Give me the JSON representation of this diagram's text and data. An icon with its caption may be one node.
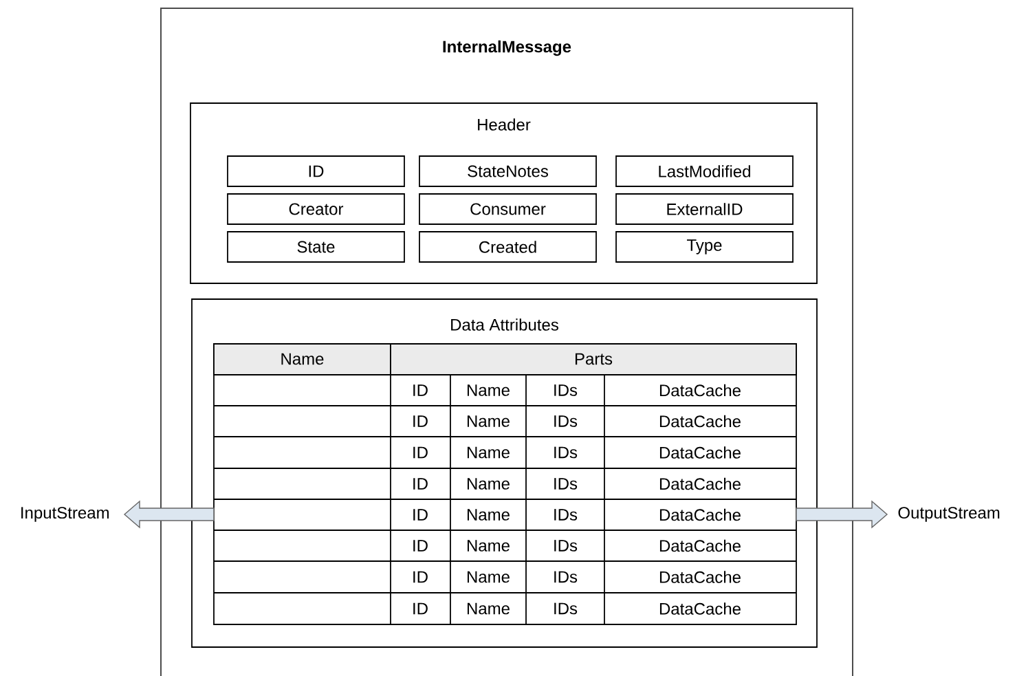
{
  "diagram": {
    "nodes": [
      {
        "text": [
          "InternalMessage"
        ]
      },
      {
        "text": [
          "Header"
        ],
        "in": 0
      },
      {
        "text": [
          "ID"
        ],
        "in": 1
      },
      {
        "text": [
          "StateNotes"
        ],
        "in": 1
      },
      {
        "text": [
          "LastModified"
        ],
        "in": 1
      },
      {
        "text": [
          "Creator"
        ],
        "in": 1
      },
      {
        "text": [
          "Consumer"
        ],
        "in": 1
      },
      {
        "text": [
          "ExternalID"
        ],
        "in": 1
      },
      {
        "text": [
          "State"
        ],
        "in": 1
      },
      {
        "text": [
          "Created"
        ],
        "in": 1
      },
      {
        "text": [
          "Type"
        ],
        "in": 1
      },
      {
        "text": [
          "Data Attributes"
        ],
        "in": 0
      },
      {
        "text": [],
        "shape": "box",
        "in": 11
      },
      {
        "text": [
          "InputStream"
        ]
      },
      {
        "text": [
          "OutputStream"
        ]
      }
    ],
    "edges": [
      {
        "from": 12,
        "to": 13,
        "arrow": "to"
      },
      {
        "from": 12,
        "to": 14,
        "arrow": "to"
      }
    ],
    "labels": [
      "Name",
      "Parts",
      "ID",
      "Name",
      "IDs",
      "DataCache",
      "ID",
      "Name",
      "IDs",
      "DataCache",
      "ID",
      "Name",
      "IDs",
      "DataCache",
      "ID",
      "Name",
      "IDs",
      "DataCache",
      "ID",
      "Name",
      "IDs",
      "DataCache",
      "ID",
      "Name",
      "IDs",
      "DataCache",
      "ID",
      "Name",
      "IDs",
      "DataCache",
      "ID",
      "Name",
      "IDs",
      "DataCache"
    ]
  }
}
